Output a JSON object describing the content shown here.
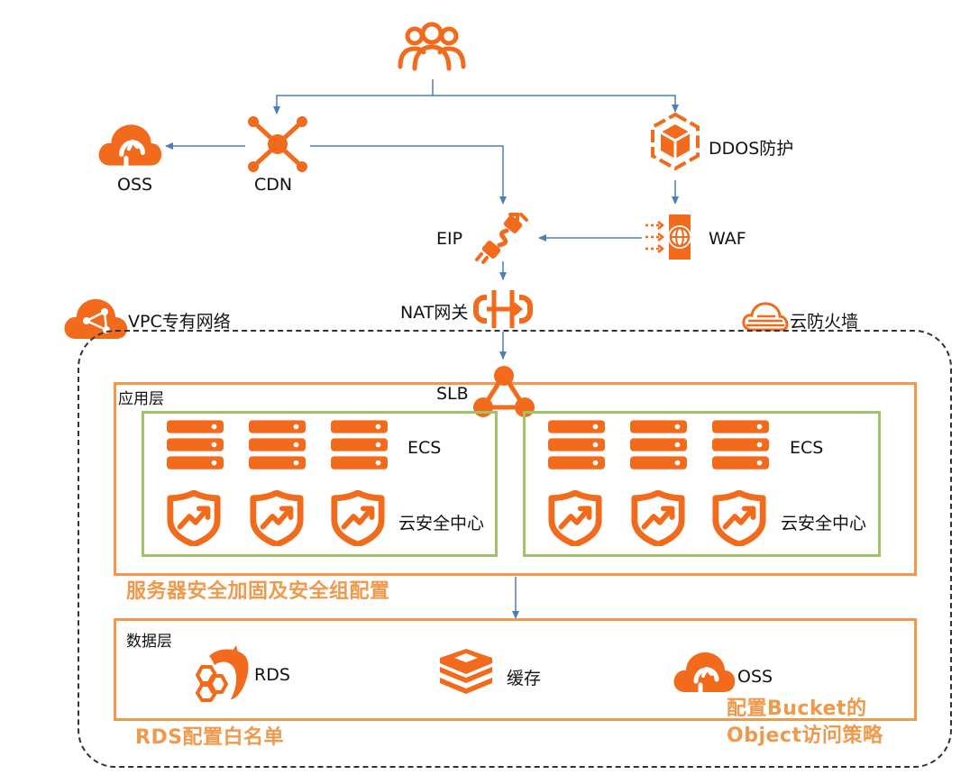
{
  "colors": {
    "accent": "#f26a1b",
    "box_border": "#f0994a",
    "group_border": "#9ec36a",
    "arrow": "#4a7ebb"
  },
  "nodes": {
    "users": {
      "icon": "users-icon"
    },
    "oss_top": {
      "label": "OSS",
      "icon": "oss-cloud-icon"
    },
    "cdn": {
      "label": "CDN",
      "icon": "cdn-network-icon"
    },
    "ddos": {
      "label": "DDOS防护",
      "icon": "ddos-cube-icon"
    },
    "eip": {
      "label": "EIP",
      "icon": "eip-plug-icon"
    },
    "waf": {
      "label": "WAF",
      "icon": "waf-globe-icon"
    },
    "nat": {
      "label": "NAT网关",
      "icon": "nat-gateway-icon"
    },
    "vpc": {
      "label": "VPC专有网络",
      "icon": "vpc-cloud-icon"
    },
    "firewall": {
      "label": "云防火墙",
      "icon": "firewall-cloud-icon"
    },
    "slb": {
      "label": "SLB",
      "icon": "slb-triangle-icon"
    }
  },
  "app_layer": {
    "title": "应用层",
    "groups": [
      {
        "ecs_label": "ECS",
        "security_label": "云安全中心"
      },
      {
        "ecs_label": "ECS",
        "security_label": "云安全中心"
      }
    ],
    "note": "服务器安全加固及安全组配置"
  },
  "data_layer": {
    "title": "数据层",
    "rds": {
      "label": "RDS",
      "icon": "rds-dolphin-icon"
    },
    "cache": {
      "label": "缓存",
      "icon": "cache-stack-icon"
    },
    "oss": {
      "label": "OSS",
      "icon": "oss-cloud-icon"
    }
  },
  "notes": {
    "rds": "RDS配置白名单",
    "oss_line1": "配置Bucket的",
    "oss_line2": "Object访问策略"
  }
}
